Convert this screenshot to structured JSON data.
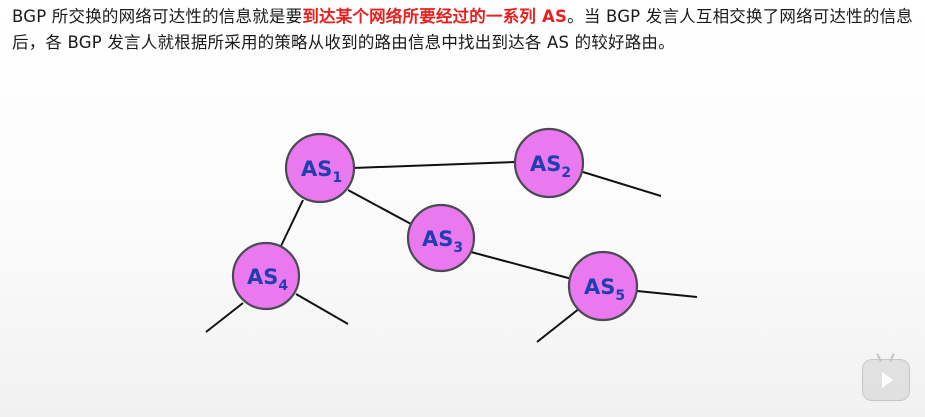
{
  "intro": {
    "part1": "BGP 所交换的网络可达性的信息就是要",
    "highlight": "到达某个网络所要经过的一系列 AS",
    "part2": "。当 BGP 发言人互相交换了网络可达性的信息后，各 BGP 发言人就根据所采用的策略从收到的路由信息中找出到达各 AS 的较好路由。"
  },
  "nodes": [
    {
      "id": "AS1",
      "base": "AS",
      "sub": "1"
    },
    {
      "id": "AS2",
      "base": "AS",
      "sub": "2"
    },
    {
      "id": "AS3",
      "base": "AS",
      "sub": "3"
    },
    {
      "id": "AS4",
      "base": "AS",
      "sub": "4"
    },
    {
      "id": "AS5",
      "base": "AS",
      "sub": "5"
    }
  ],
  "links": [
    [
      "AS1",
      "AS2"
    ],
    [
      "AS1",
      "AS3"
    ],
    [
      "AS1",
      "AS4"
    ],
    [
      "AS3",
      "AS5"
    ]
  ],
  "colors": {
    "node_fill": "#ea78ee",
    "node_label": "#1f3fb0",
    "highlight_text": "#e8201f"
  },
  "player": {
    "icon": "bilibili-play-icon"
  }
}
